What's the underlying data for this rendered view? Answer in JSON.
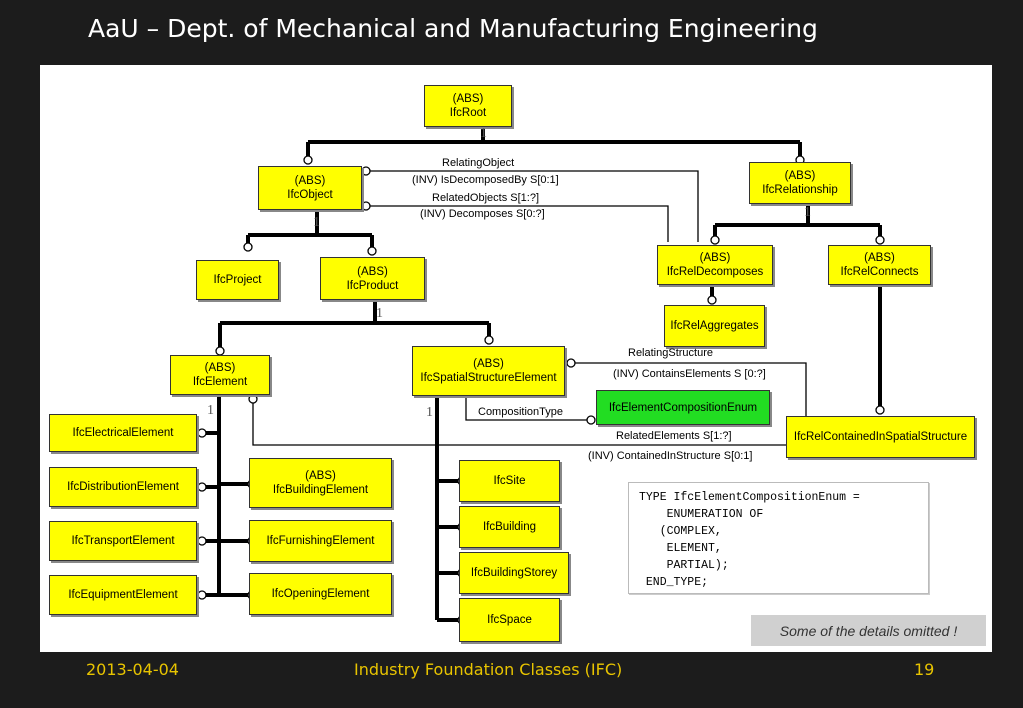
{
  "slide": {
    "title": "AaU – Dept. of Mechanical and Manufacturing Engineering",
    "footer_date": "2013-04-04",
    "footer_title": "Industry Foundation Classes (IFC)",
    "footer_page": "19"
  },
  "boxes": {
    "ifcroot": {
      "abs": "(ABS)",
      "name": "IfcRoot"
    },
    "ifcobject": {
      "abs": "(ABS)",
      "name": "IfcObject"
    },
    "ifcrelationship": {
      "abs": "(ABS)",
      "name": "IfcRelationship"
    },
    "ifcproject": {
      "name": "IfcProject"
    },
    "ifcproduct": {
      "abs": "(ABS)",
      "name": "IfcProduct"
    },
    "ifcreldecomposes": {
      "abs": "(ABS)",
      "name": "IfcRelDecomposes"
    },
    "ifcrelconnects": {
      "abs": "(ABS)",
      "name": "IfcRelConnects"
    },
    "ifcrelaggregates": {
      "name": "IfcRelAggregates"
    },
    "ifcelement": {
      "abs": "(ABS)",
      "name": "IfcElement"
    },
    "ifcspatialstructureelement": {
      "abs": "(ABS)",
      "name": "IfcSpatialStructureElement"
    },
    "ifcelementcompositionenum": {
      "name": "IfcElementCompositionEnum"
    },
    "ifcrelcontainedinspatialstructure": {
      "name": "IfcRelContainedInSpatialStructure"
    },
    "ifcelectricalelement": {
      "name": "IfcElectricalElement"
    },
    "ifcdistributionelement": {
      "name": "IfcDistributionElement"
    },
    "ifctransportelement": {
      "name": "IfcTransportElement"
    },
    "ifcequipmentelement": {
      "name": "IfcEquipmentElement"
    },
    "ifcbuildingelement": {
      "abs": "(ABS)",
      "name": "IfcBuildingElement"
    },
    "ifcfurnishingelement": {
      "name": "IfcFurnishingElement"
    },
    "ifcopeningelement": {
      "name": "IfcOpeningElement"
    },
    "ifcsite": {
      "name": "IfcSite"
    },
    "ifcbuilding": {
      "name": "IfcBuilding"
    },
    "ifcbuildingstorey": {
      "name": "IfcBuildingStorey"
    },
    "ifcspace": {
      "name": "IfcSpace"
    }
  },
  "labels": {
    "relating_object": "RelatingObject",
    "is_decomposed_by": "(INV) IsDecomposedBy  S[0:1]",
    "related_objects": "RelatedObjects  S[1:?]",
    "decomposes": "(INV) Decomposes  S[0:?]",
    "relating_structure": "RelatingStructure",
    "contains_elements": "(INV) ContainsElements  S [0:?]",
    "composition_type": "CompositionType",
    "related_elements": "RelatedElements  S[1:?]",
    "contained_in_structure": "(INV) ContainedInStructure  S[0:1]",
    "one": "1"
  },
  "code_lines": [
    "TYPE IfcElementCompositionEnum =",
    "    ENUMERATION OF",
    "   (COMPLEX,",
    "    ELEMENT,",
    "    PARTIAL);",
    " END_TYPE;"
  ],
  "note": "Some of the details omitted !"
}
